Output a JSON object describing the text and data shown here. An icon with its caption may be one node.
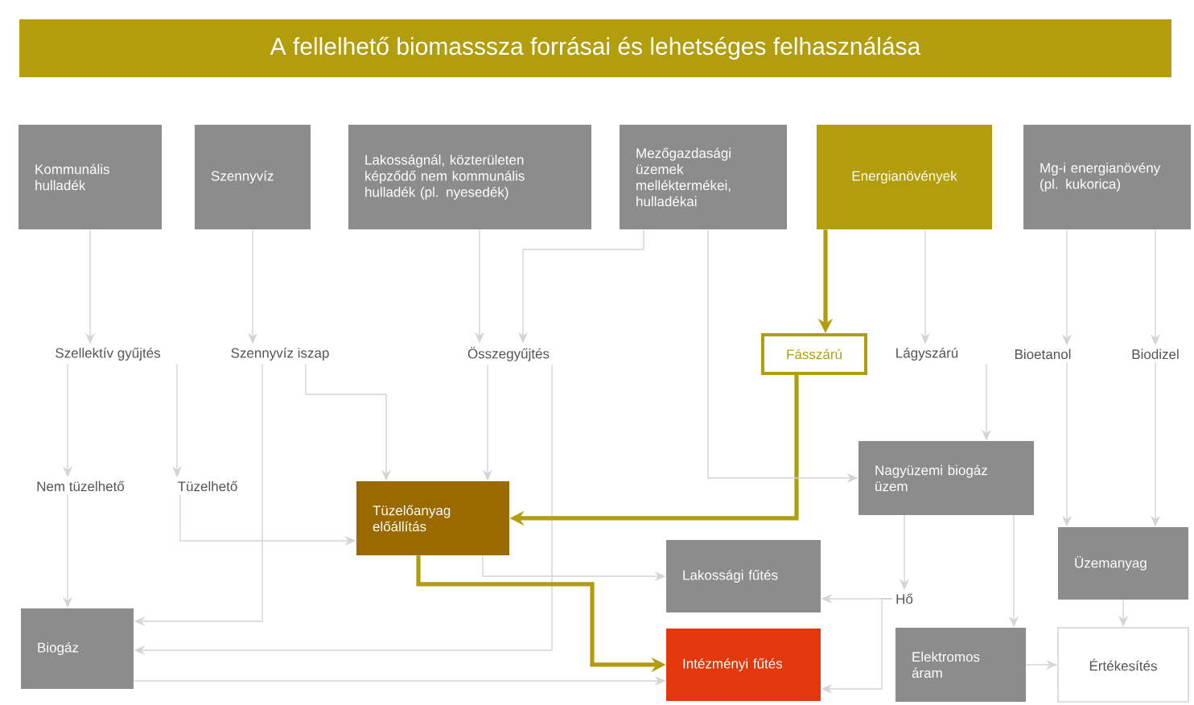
{
  "diagram": {
    "title": "A fellelhető biomasssza forrásai és lehetséges felhasználása",
    "nodes": [
      {
        "text": [
          "Kommunális hulladék"
        ]
      },
      {
        "text": [
          "Szennyvíz"
        ]
      },
      {
        "text": [
          "Lakosságnál, közterületen képződő nem kommunális hulladék (pl. nyesedék)"
        ]
      },
      {
        "text": [
          "Mezőgazdasági üzemek melléktermékei, hulladékai"
        ]
      },
      {
        "text": [
          "Energianövények"
        ]
      },
      {
        "text": [
          "Mg-i energianövény (pl. kukorica)"
        ]
      },
      {
        "text": [
          "Szellektív gyűjtés"
        ]
      },
      {
        "text": [
          "Szennyvíz iszap"
        ]
      },
      {
        "text": [
          "Összegyűjtés"
        ]
      },
      {
        "text": [
          "Fásszárú"
        ]
      },
      {
        "text": [
          "Lágyszárú"
        ]
      },
      {
        "text": [
          "Bioetanol"
        ]
      },
      {
        "text": [
          "Biodizel"
        ]
      },
      {
        "text": [
          "Nem tüzelhető"
        ]
      },
      {
        "text": [
          "Tüzelhető"
        ]
      },
      {
        "text": [
          "Tüzelőanyag előállítás"
        ]
      },
      {
        "text": [
          "Nagyüzemi biogáz üzem"
        ]
      },
      {
        "text": [
          "Biogáz"
        ]
      },
      {
        "text": [
          "Lakossági fűtés"
        ]
      },
      {
        "text": [
          "Hő"
        ]
      },
      {
        "text": [
          "Üzemanyag"
        ]
      },
      {
        "text": [
          "Intézményi fűtés"
        ]
      },
      {
        "text": [
          "Elektromos áram"
        ]
      },
      {
        "text": [
          "Értékesítés"
        ]
      }
    ],
    "edges": [
      {
        "from": 0,
        "to": 6,
        "arrow": "to"
      },
      {
        "from": 1,
        "to": 7,
        "arrow": "to"
      },
      {
        "from": 2,
        "to": 8,
        "arrow": "to"
      },
      {
        "from": 3,
        "to": 8,
        "arrow": "to"
      },
      {
        "from": 4,
        "to": 9,
        "arrow": "to",
        "style": "thick",
        "color": "#b29d0c"
      },
      {
        "from": 4,
        "to": 10,
        "arrow": "to"
      },
      {
        "from": 5,
        "to": 11,
        "arrow": "to"
      },
      {
        "from": 5,
        "to": 12,
        "arrow": "to"
      },
      {
        "from": 6,
        "to": 13,
        "arrow": "to"
      },
      {
        "from": 6,
        "to": 14,
        "arrow": "to"
      },
      {
        "from": 13,
        "to": 17,
        "arrow": "to"
      },
      {
        "from": 14,
        "to": 15,
        "arrow": "to"
      },
      {
        "from": 7,
        "to": 17,
        "arrow": "to"
      },
      {
        "from": 7,
        "to": 15,
        "arrow": "to"
      },
      {
        "from": 8,
        "to": 15,
        "arrow": "to"
      },
      {
        "from": 8,
        "to": 17,
        "arrow": "to"
      },
      {
        "from": 9,
        "to": 15,
        "arrow": "to",
        "style": "thick",
        "color": "#b29d0c"
      },
      {
        "from": 15,
        "to": 21,
        "arrow": "to",
        "style": "thick",
        "color": "#b29d0c"
      },
      {
        "from": 3,
        "to": 16,
        "arrow": "to"
      },
      {
        "from": 10,
        "to": 16,
        "arrow": "to"
      },
      {
        "from": 11,
        "to": 20,
        "arrow": "to"
      },
      {
        "from": 12,
        "to": 20,
        "arrow": "to"
      },
      {
        "from": 16,
        "to": 19,
        "arrow": "to"
      },
      {
        "from": 16,
        "to": 22,
        "arrow": "to"
      },
      {
        "from": 19,
        "to": 18,
        "arrow": "to"
      },
      {
        "from": 19,
        "to": 21,
        "arrow": "to"
      },
      {
        "from": 15,
        "to": 18,
        "arrow": "to"
      },
      {
        "from": 17,
        "to": 21,
        "arrow": "to"
      },
      {
        "from": 22,
        "to": 23,
        "arrow": "to"
      },
      {
        "from": 20,
        "to": 23,
        "arrow": "to"
      }
    ]
  }
}
